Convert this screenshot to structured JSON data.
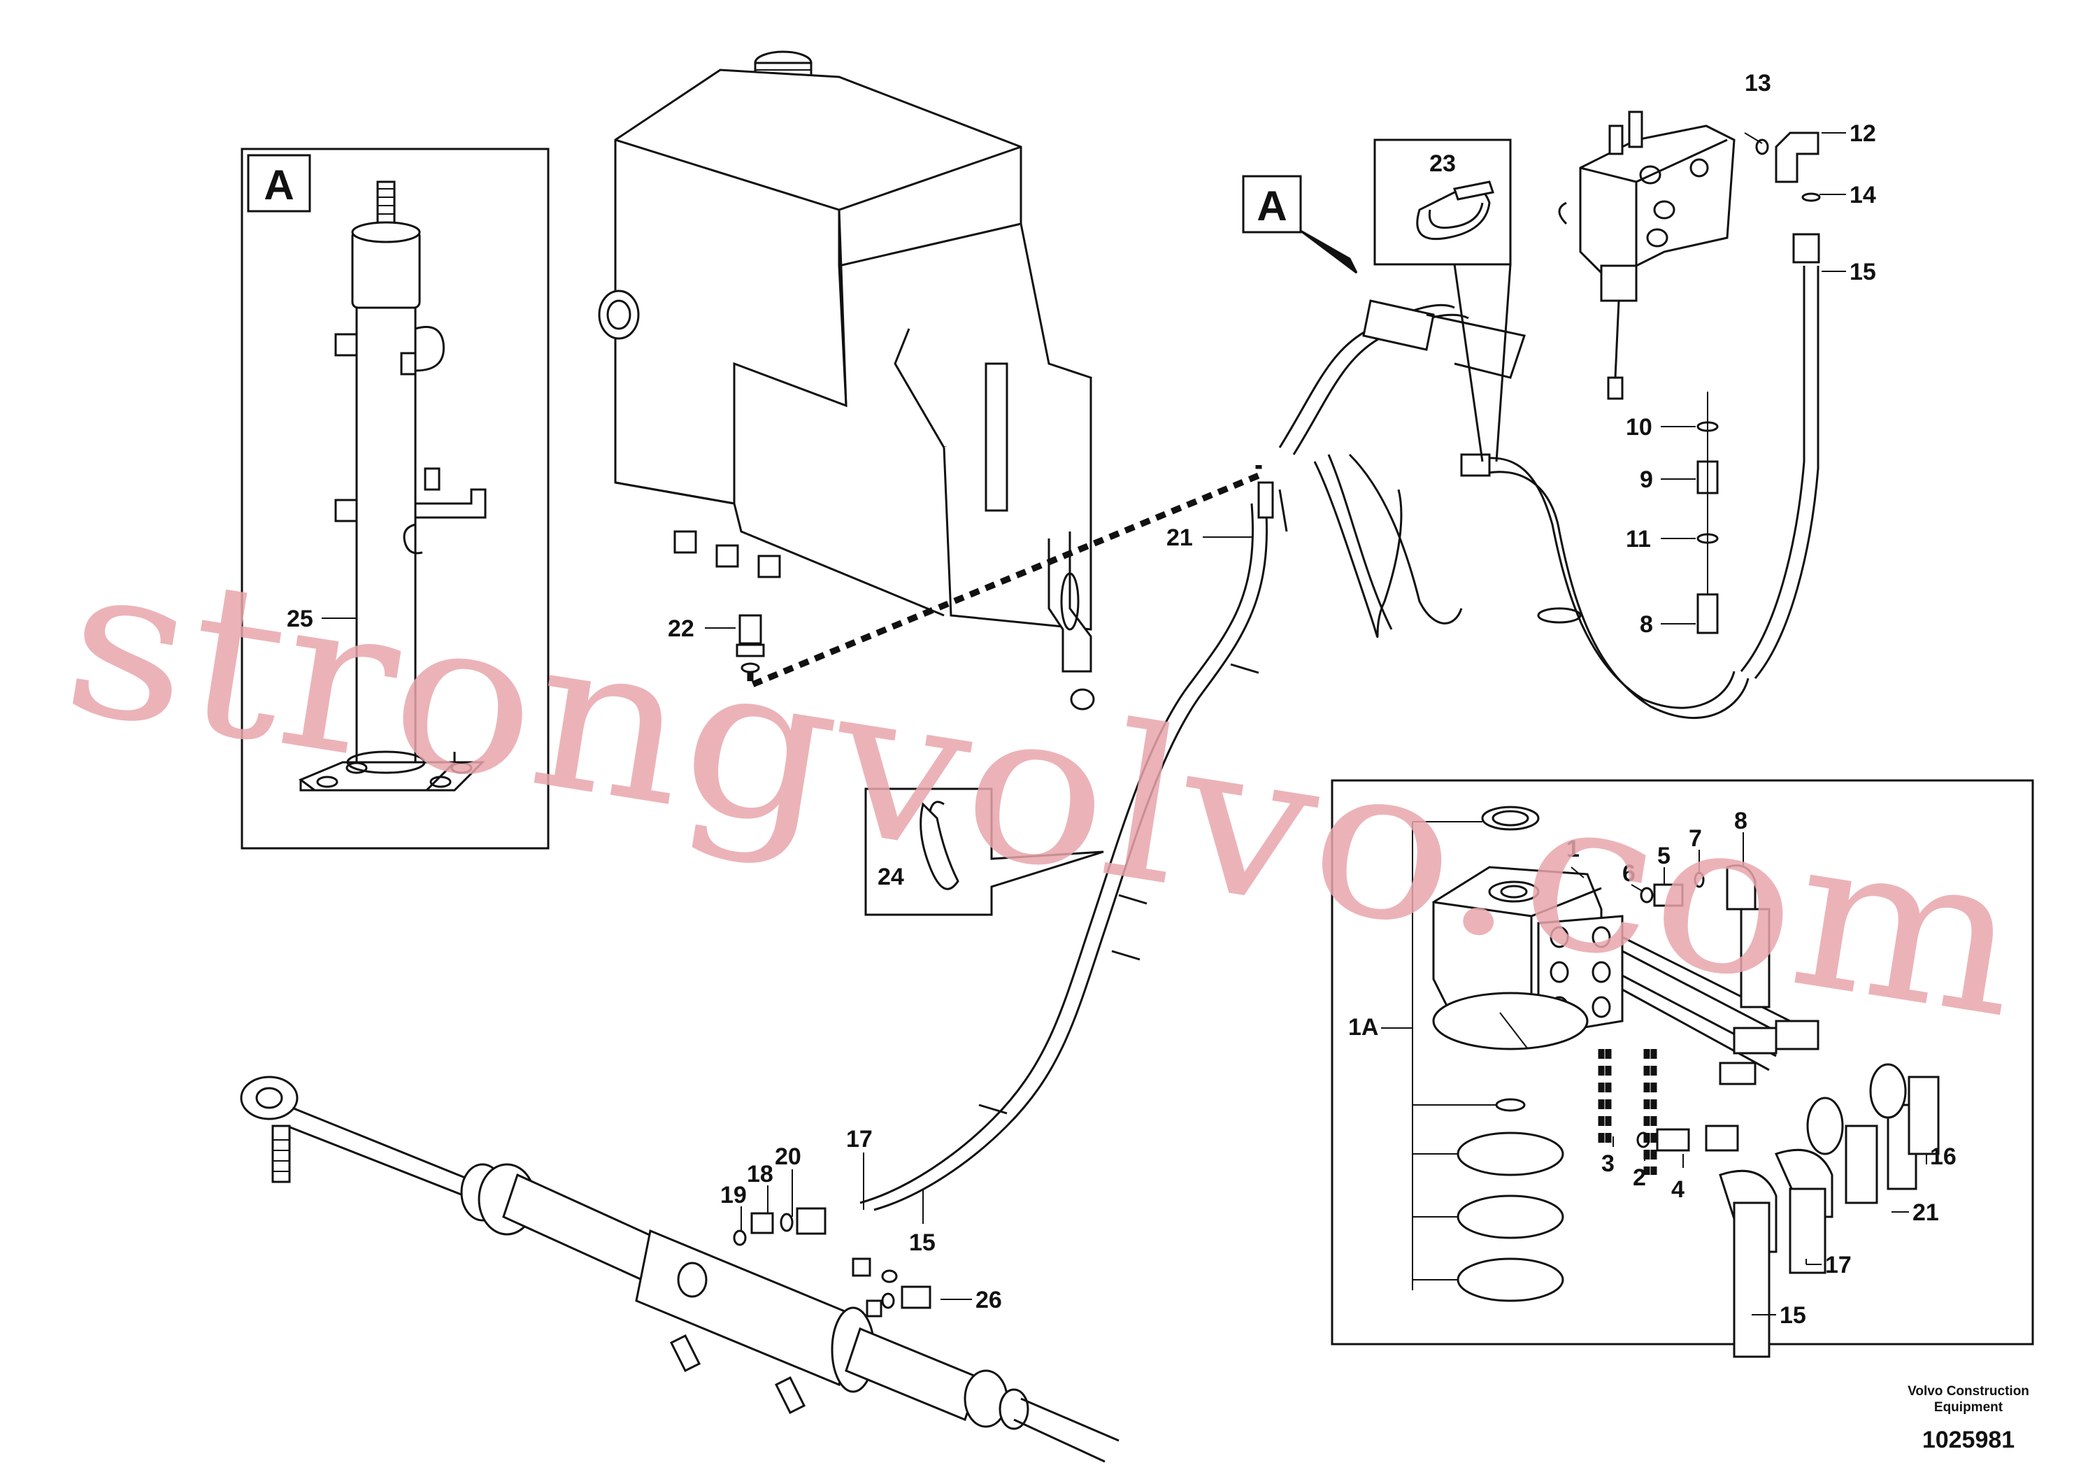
{
  "detail_letter": "A",
  "callouts": {
    "c1": "1",
    "c1a": "1A",
    "c2": "2",
    "c3": "3",
    "c4": "4",
    "c5": "5",
    "c6": "6",
    "c7": "7",
    "c8a": "8",
    "c8b": "8",
    "c9": "9",
    "c10": "10",
    "c11": "11",
    "c12": "12",
    "c13": "13",
    "c14": "14",
    "c15a": "15",
    "c15b": "15",
    "c15c": "15",
    "c16": "16",
    "c17a": "17",
    "c17b": "17",
    "c18": "18",
    "c19": "19",
    "c20": "20",
    "c21a": "21",
    "c21b": "21",
    "c22": "22",
    "c23": "23",
    "c24": "24",
    "c25": "25",
    "c26": "26"
  },
  "watermark": "strongvolvo.com",
  "credit_line1": "Volvo Construction",
  "credit_line2": "Equipment",
  "drawing_number": "1025981"
}
